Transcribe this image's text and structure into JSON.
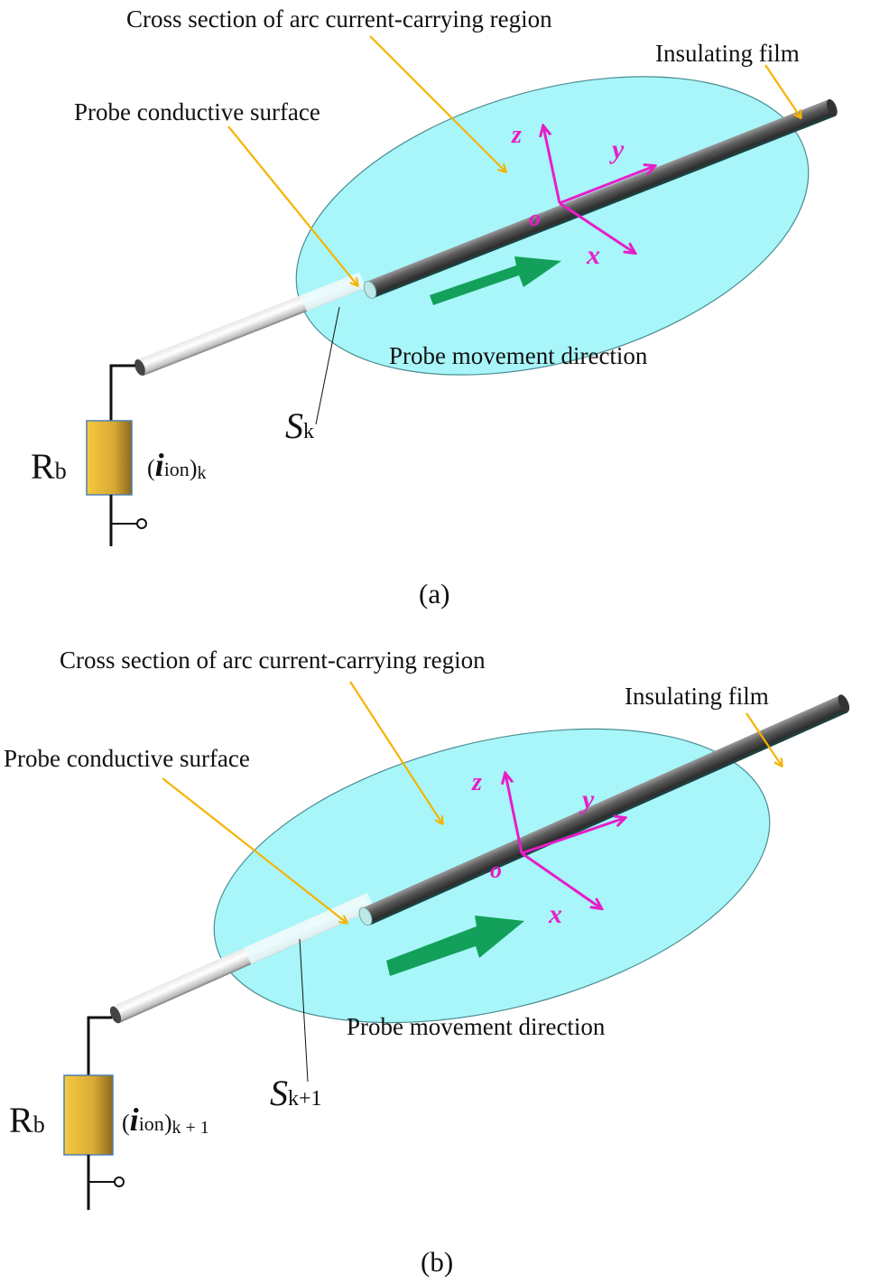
{
  "panels": [
    {
      "id": "a",
      "caption": "(a)",
      "labels": {
        "cross_section": "Cross section of arc current-carrying region",
        "insulating_film": "Insulating film",
        "probe_surface": "Probe conductive surface",
        "movement": "Probe movement direction",
        "s_main": "S",
        "s_sub": "k",
        "resistor_main": "R",
        "resistor_sub": "b",
        "current_open": "(",
        "current_i": "i",
        "current_ion": "ion",
        "current_close": ")",
        "current_sub": "k"
      },
      "axes": {
        "z": "z",
        "y": "y",
        "x": "x",
        "o": "o"
      }
    },
    {
      "id": "b",
      "caption": "(b)",
      "labels": {
        "cross_section": "Cross section of arc current-carrying region",
        "insulating_film": "Insulating film",
        "probe_surface": "Probe conductive surface",
        "movement": "Probe movement direction",
        "s_main": "S",
        "s_sub": "k+1",
        "resistor_main": "R",
        "resistor_sub": "b",
        "current_open": "(",
        "current_i": "i",
        "current_ion": "ion",
        "current_close": ")",
        "current_sub": "k + 1"
      },
      "axes": {
        "z": "z",
        "y": "y",
        "x": "x",
        "o": "o"
      }
    }
  ],
  "colors": {
    "region_fill": "#a8f6fa",
    "leader_arrow": "#f5b400",
    "axes": "#e61ec8",
    "movement_arrow": "#13a05a",
    "resistor": "#e9b93a"
  }
}
